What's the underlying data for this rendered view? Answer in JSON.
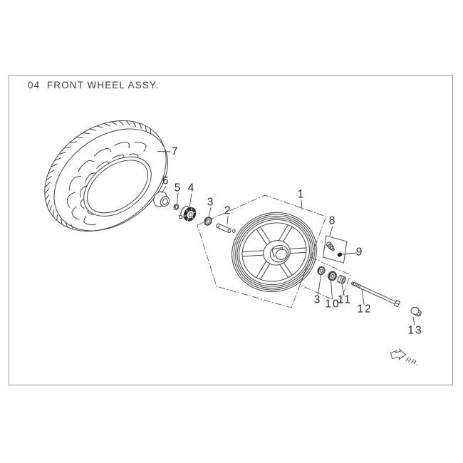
{
  "title": "04  FRONT WHEEL ASSY.",
  "diagram": {
    "callouts": [
      {
        "label": "1"
      },
      {
        "label": "2"
      },
      {
        "label": "3"
      },
      {
        "label": "3"
      },
      {
        "label": "4"
      },
      {
        "label": "5"
      },
      {
        "label": "6"
      },
      {
        "label": "7"
      },
      {
        "label": "8"
      },
      {
        "label": "9"
      },
      {
        "label": "10"
      },
      {
        "label": "11"
      },
      {
        "label": "12"
      },
      {
        "label": "13"
      }
    ],
    "direction_label": "RR.",
    "line_color": "#4a4a4a",
    "frame_color": "#9a9a9a"
  }
}
